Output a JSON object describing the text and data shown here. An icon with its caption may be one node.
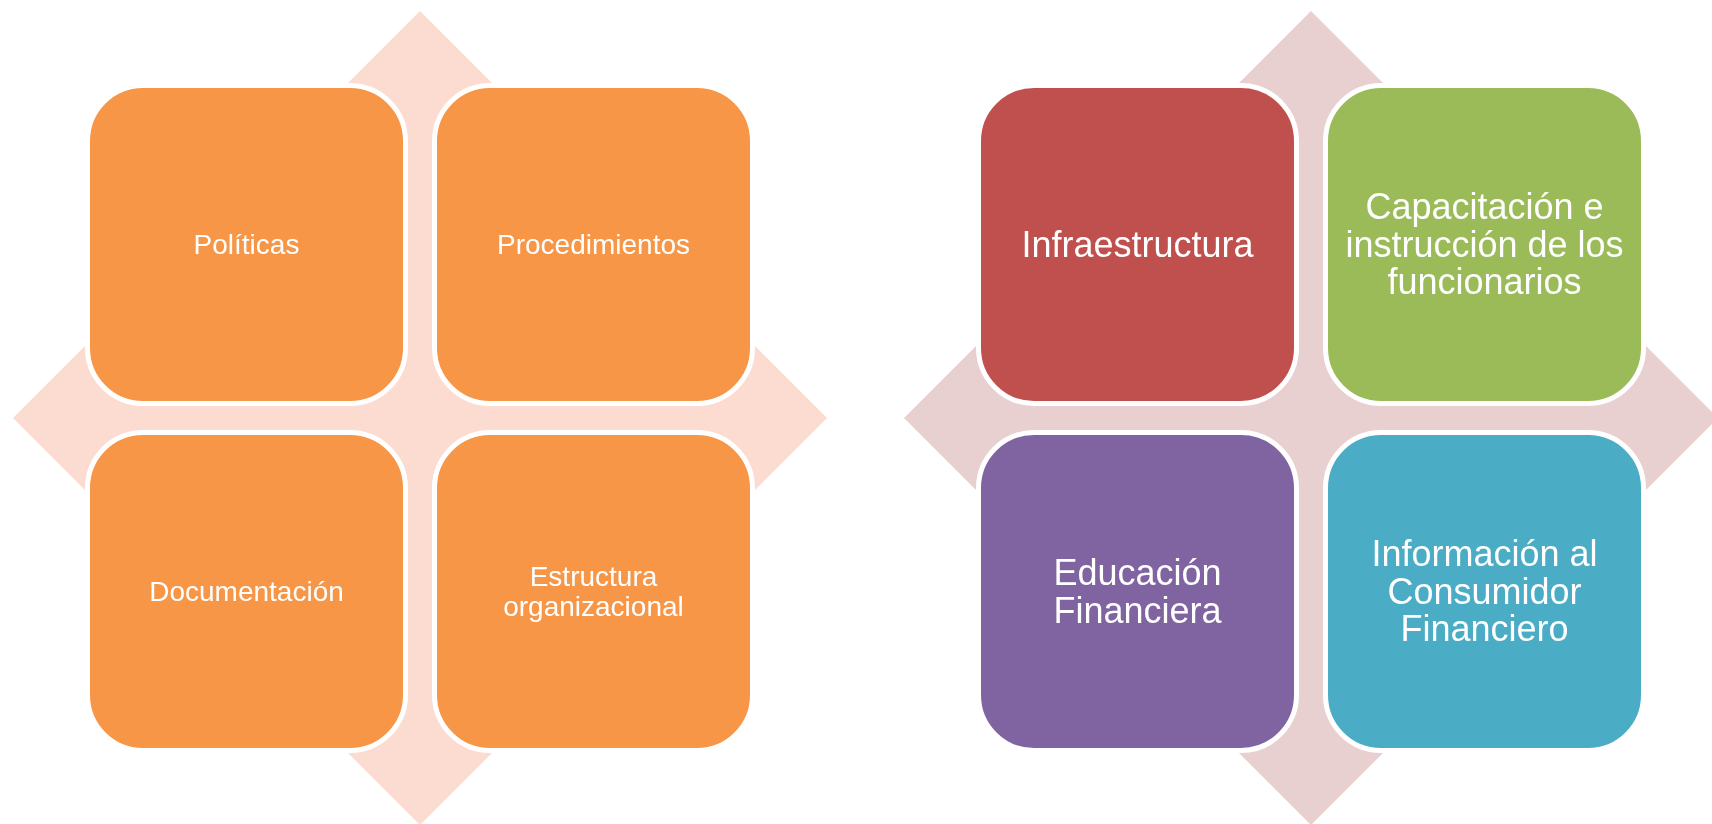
{
  "diagram": {
    "nodes": [
      {
        "text": [
          "Políticas"
        ]
      },
      {
        "text": [
          "Procedimientos"
        ]
      },
      {
        "text": [
          "Documentación"
        ]
      },
      {
        "text": [
          "Estructura organizacional"
        ]
      },
      {
        "text": [
          "Infraestructura"
        ]
      },
      {
        "text": [
          "Capacitación e instrucción de los funcionarios"
        ]
      },
      {
        "text": [
          "Educación Financiera"
        ]
      },
      {
        "text": [
          "Información al Consumidor Financiero"
        ]
      }
    ]
  }
}
